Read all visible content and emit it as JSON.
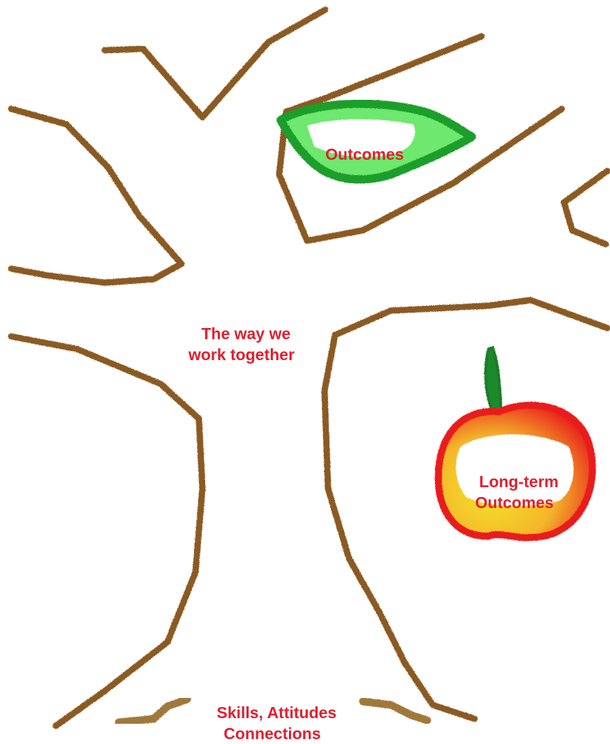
{
  "labels": {
    "outcomes": "Outcomes",
    "way_we_work": "The way we\nwork together",
    "long_term": "Long-term\nOutcomes",
    "skills": "Skills, Attitudes\nConnections"
  },
  "colors": {
    "background": "#ffffff",
    "branch": "#8a5a22",
    "root": "#a0783a",
    "leaf_fill": "#5fe85f",
    "leaf_edge": "#1f9e2a",
    "apple_red": "#e81c1c",
    "apple_yellow": "#f4e52a",
    "apple_stem": "#1f8a2a",
    "text": "#e0202e"
  },
  "icons": {
    "leaf": "leaf-icon",
    "apple": "apple-icon",
    "stem": "apple-stem-icon"
  }
}
